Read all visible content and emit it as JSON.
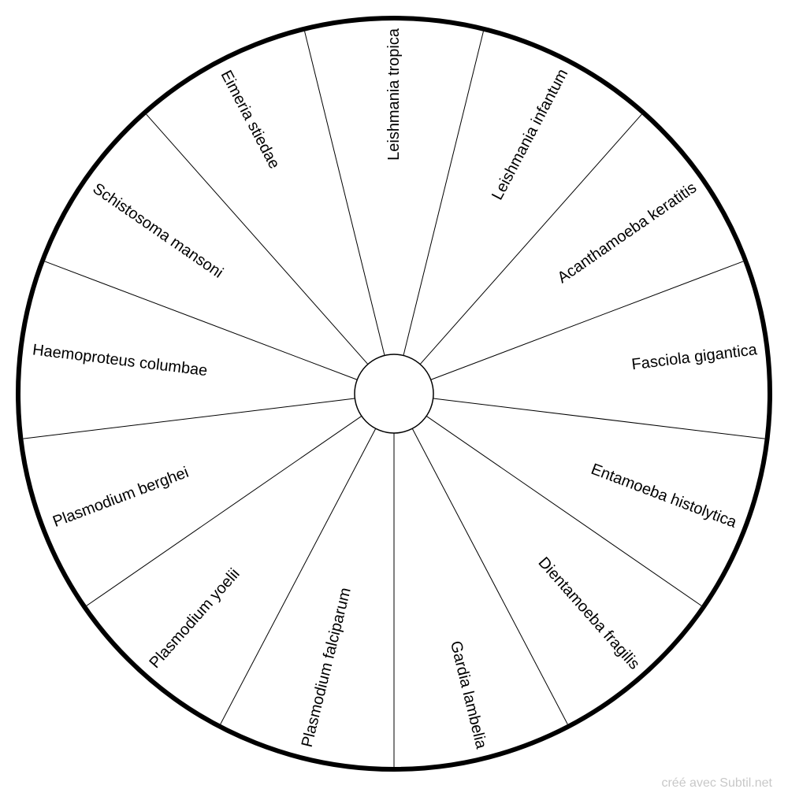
{
  "wheel": {
    "segments": [
      "Leishmania tropica",
      "Leishmania infantum",
      "Acanthamoeba keratitis",
      "Fasciola gigantica",
      "Entamoeba histolytica",
      "Dientamoeba fragilis",
      "Gardia lambelia",
      "Plasmodium falciparum",
      "Plasmodium yoelii",
      "Plasmodium berghei",
      "Haemoproteus columbae",
      "Schistosoma mansoni",
      "Eimeria stiedae"
    ],
    "colors": {
      "stroke": "#000000",
      "fill": "#ffffff"
    }
  },
  "footer": {
    "credit": "créé avec Subtil.net"
  }
}
